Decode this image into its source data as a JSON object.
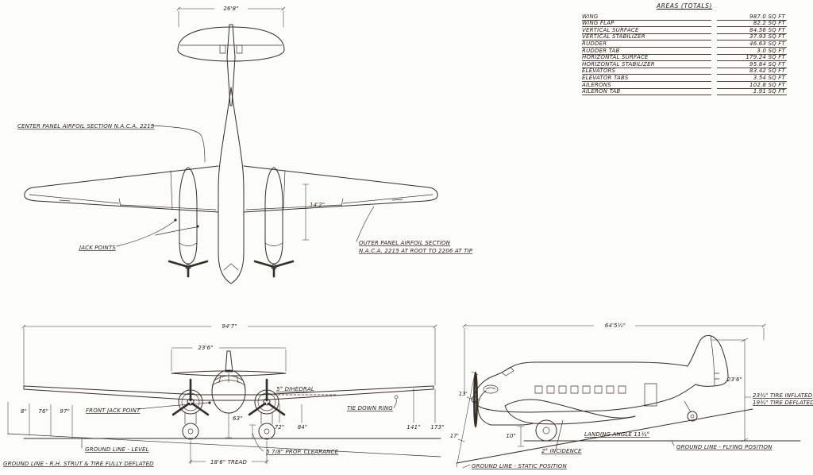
{
  "areas_table": {
    "title": "AREAS (TOTALS)",
    "rows": [
      {
        "label": "WING",
        "value": "987.0 SQ FT"
      },
      {
        "label": "WING FLAP",
        "value": "82.2 SQ FT"
      },
      {
        "label": "VERTICAL SURFACE",
        "value": "84.56 SQ FT"
      },
      {
        "label": "VERTICAL STABILIZER",
        "value": "37.93 SQ FT"
      },
      {
        "label": "RUDDER",
        "value": "46.63 SQ FT"
      },
      {
        "label": "RUDDER TAB",
        "value": "3.0 SQ FT"
      },
      {
        "label": "HORIZONTAL SURFACE",
        "value": "179.24 SQ FT"
      },
      {
        "label": "HORIZONTAL STABILIZER",
        "value": "95.84 SQ FT"
      },
      {
        "label": "ELEVATORS",
        "value": "83.42 SQ FT"
      },
      {
        "label": "ELEVATOR TABS",
        "value": "3.54 SQ FT"
      },
      {
        "label": "AILERONS",
        "value": "102.8 SQ FT"
      },
      {
        "label": "AILERON TAB",
        "value": "1.91 SQ FT"
      }
    ]
  },
  "top_view": {
    "dim_tail_span": "26'8\"",
    "label_center_airfoil": "CENTER PANEL AIRFOIL SECTION N.A.C.A. 2215",
    "label_jack_points": "JACK POINTS",
    "dim_stab": "14'2\"",
    "label_outer_airfoil_1": "OUTER PANEL AIRFOIL SECTION",
    "label_outer_airfoil_2": "N.A.C.A. 2215 AT ROOT TO 2206 AT TIP"
  },
  "front_view": {
    "dim_span": "94'7\"",
    "dim_stab_span": "23'6\"",
    "label_dihedral": "5° DIHEDRAL",
    "label_front_jack": "FRONT JACK POINT",
    "dim_fuselage": "63\"",
    "dim_station_a": "72\"",
    "dim_station_b": "84\"",
    "label_tie_down": "TIE DOWN RING",
    "dim_station_c": "141\"",
    "dim_station_d": "173\"",
    "ticks": [
      "8\"",
      "76\"",
      "97\""
    ],
    "label_ground_level": "GROUND LINE - LEVEL",
    "label_ground_deflated": "GROUND LINE - R.H. STRUT & TIRE FULLY DEFLATED",
    "label_prop_clearance": "5 7/8\" PROP. CLEARANCE",
    "label_tread": "18'6\" TREAD"
  },
  "side_view": {
    "dim_length": "64'5½\"",
    "dim_height": "23'6\"",
    "label_tire_inflated": "23¾\" TIRE INFLATED",
    "label_tire_deflated": "19¾\" TIRE DEFLATED",
    "dim_nose_height": "13'",
    "dim_tail_height": "17'",
    "dim_clearance": "10\"",
    "label_landing_angle": "LANDING ANGLE 11¾°",
    "label_incidence": "2° INCIDENCE",
    "label_ground_static": "GROUND LINE - STATIC POSITION",
    "label_ground_flying": "GROUND LINE - FLYING POSITION"
  }
}
